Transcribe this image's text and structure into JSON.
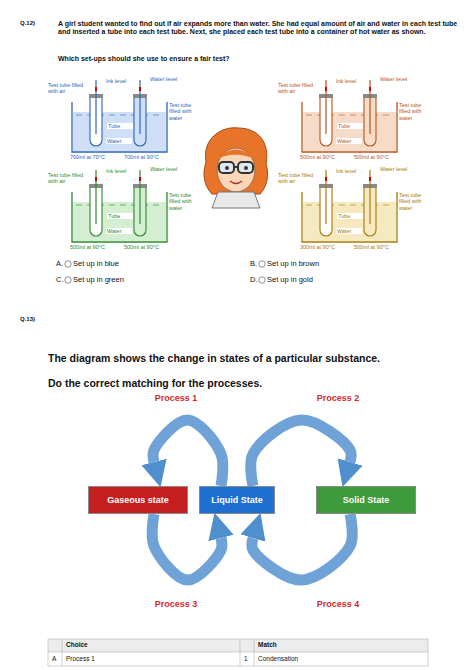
{
  "diagram": {
    "nodes": [
      {
        "text": [
          "Gaseous state"
        ]
      },
      {
        "text": [
          "Liquid State"
        ]
      },
      {
        "text": [
          "Solid State"
        ]
      }
    ],
    "edges": [
      {
        "from": 1,
        "to": 0,
        "arrow": "to",
        "label": "Process 1"
      },
      {
        "from": 1,
        "to": 2,
        "arrow": "to",
        "label": "Process 2"
      },
      {
        "from": 0,
        "to": 1,
        "arrow": "to",
        "label": "Process 3"
      },
      {
        "from": 2,
        "to": 1,
        "arrow": "to",
        "label": "Process 4"
      }
    ],
    "labels": [
      "Q.12)",
      "A girl student wanted to find out if air expands more than water. She had equal amount of air and water in each test tube and inserted a tube into each test tube. Next, she placed each test tube into a container of hot water as shown.",
      "Which set-ups should she use to ensure a fair test?",
      "Test tube filled with air",
      "Ink level",
      "Water level",
      "Tube",
      "Test tube filled with water",
      "Water",
      "700ml at 70°C",
      "700ml at 90°C",
      "Test tube filled with air",
      "Ink level",
      "Water level",
      "Tube",
      "Test tube filled with water",
      "Water",
      "500ml at 90°C",
      "500ml at 90°C",
      "Test tube filled with air",
      "Ink level",
      "Water level",
      "Tube",
      "Test tube filled with water",
      "Water",
      "500ml at 90°C",
      "500ml at 90°C",
      "Test tube filled with air",
      "Ink level",
      "Water level",
      "Tube",
      "Test tube filled with water",
      "Water",
      "300ml at 90°C",
      "500ml at 90°C",
      "A.",
      "Set up in blue",
      "B.",
      "Set up in brown",
      "C.",
      "Set up in green",
      "D.",
      "Set up in gold",
      "Q.13)",
      "The diagram shows the change in states of a particular substance.",
      "Do the correct matching for the processes.",
      "Choice",
      "Match",
      "A",
      "Process 1",
      "1",
      "Condensation"
    ]
  }
}
